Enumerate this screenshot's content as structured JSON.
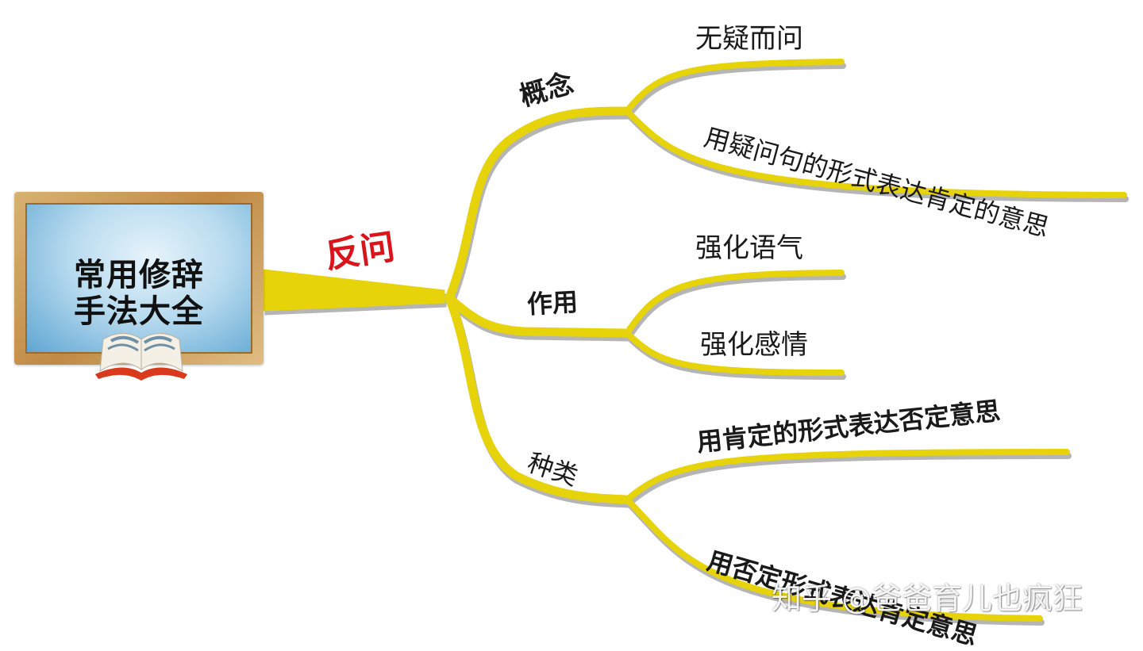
{
  "colors": {
    "branch": "#e6d30a",
    "branch_shadow": "#9d9d9d",
    "topic": "#d9141b",
    "text": "#1a1a1a"
  },
  "root": {
    "line1": "常用修辞",
    "line2": "手法大全",
    "icon": "open-book-icon"
  },
  "topic": {
    "label": "反问"
  },
  "branches": [
    {
      "label": "概念",
      "children": [
        {
          "label": "无疑而问"
        },
        {
          "label": "用疑问句的形式表达肯定的意思"
        }
      ]
    },
    {
      "label": "作用",
      "children": [
        {
          "label": "强化语气"
        },
        {
          "label": "强化感情"
        }
      ]
    },
    {
      "label": "种类",
      "children": [
        {
          "label": "用肯定的形式表达否定意思"
        },
        {
          "label": "用否定形式表达肯定意思"
        }
      ]
    }
  ],
  "watermark": "知乎 @爸爸育儿也疯狂"
}
